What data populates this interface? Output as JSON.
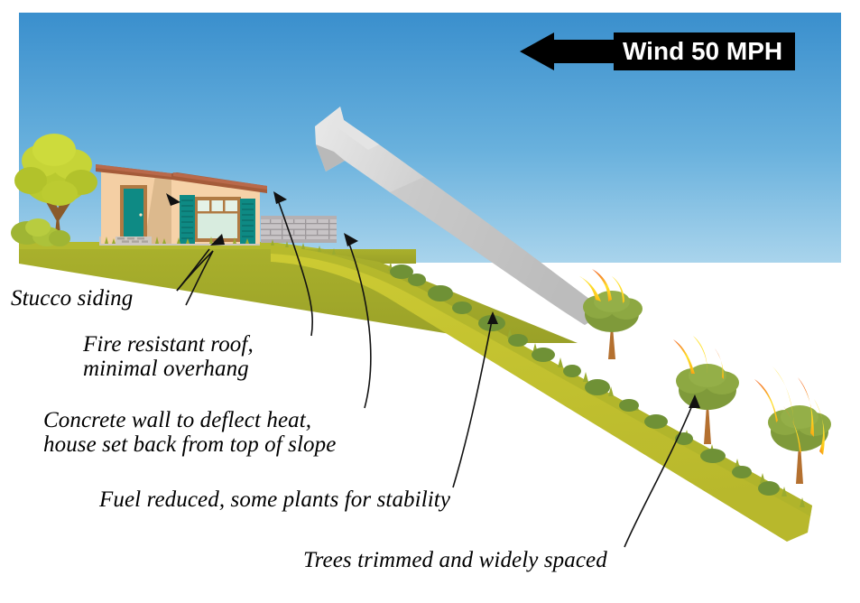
{
  "figure": {
    "title": "Wildfire defensible space illustration",
    "background_color": "#ffffff"
  },
  "wind": {
    "label": "Wind 50 MPH",
    "direction": "left",
    "speed_value": 50,
    "speed_unit": "MPH",
    "badge_background": "#000000",
    "badge_text_color": "#ffffff",
    "arrow_color": "#000000"
  },
  "sky": {
    "top_color": "#3d92ce",
    "bottom_color": "#a8d3ec"
  },
  "terrain": {
    "flat_ground_color": "#a6ad2b",
    "flat_ground_shadow_color": "#8f9626",
    "slope_color": "#c3c32e",
    "slope_edge_color": "#a6ad2b",
    "shrub_color": "#6f9136",
    "grass_color": "#9aab30"
  },
  "house": {
    "wall_color": "#f4cfa4",
    "wall_shade_color": "#d9b489",
    "roof_color": "#a55b39",
    "door_color": "#0e8a84",
    "door_frame_color": "#b07a43",
    "window_glass_color": "#d8ecdf",
    "window_frame_color": "#b07a43",
    "shutter_color": "#0e8a84",
    "foundation_color": "#cdc7c0"
  },
  "concrete_wall": {
    "brick_color": "#c6c2c4",
    "mortar_color": "#9d989a",
    "cap_color": "#b5b0b2"
  },
  "tree_left": {
    "foliage_color": "#c3d333",
    "foliage_shade_color": "#a8b82c",
    "trunk_color": "#8a5a2b"
  },
  "burning_trees": {
    "count": 3,
    "foliage_color": "#7f9a3a",
    "foliage_shade_color": "#6b8630",
    "trunk_color": "#b4702f",
    "flame_outer_color": "#e8332a",
    "flame_mid_color": "#f57f20",
    "flame_inner_color": "#ffd21e"
  },
  "smoke": {
    "color": "#cccccc",
    "highlight_color": "#e6e6e6",
    "shadow_color": "#b3b3b3",
    "direction": "up-left"
  },
  "callouts": [
    {
      "id": "stucco",
      "text": "Stucco siding",
      "points_to": "house-stucco-wall"
    },
    {
      "id": "roof",
      "text": "Fire resistant roof,\nminimal overhang",
      "points_to": "house-roof-eave"
    },
    {
      "id": "wall",
      "text": "Concrete wall to deflect heat,\nhouse set back from top of slope",
      "points_to": "concrete-wall"
    },
    {
      "id": "fuel",
      "text": "Fuel reduced, some plants for stability",
      "points_to": "slope-vegetation"
    },
    {
      "id": "trees",
      "text": "Trees trimmed and widely spaced",
      "points_to": "burning-tree-middle"
    }
  ]
}
